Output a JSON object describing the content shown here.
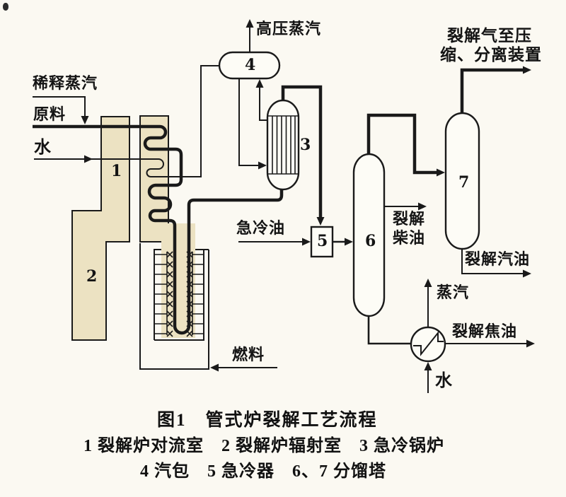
{
  "colors": {
    "paper": "#fbf9f2",
    "shade": "#ece2c2",
    "line": "#1a1a1a"
  },
  "equipment": {
    "n1": "1",
    "n2": "2",
    "n3": "3",
    "n4": "4",
    "n5": "5",
    "n6": "6",
    "n7": "7"
  },
  "streams": {
    "dilution_steam": "稀释蒸汽",
    "feed": "原料",
    "water_furnace": "水",
    "hp_steam": "高压蒸汽",
    "quench_oil": "急冷油",
    "fuel": "燃料",
    "cracked_diesel_line1": "裂解",
    "cracked_diesel_line2": "柴油",
    "cracked_gas_line1": "裂解气至压",
    "cracked_gas_line2": "缩、分离装置",
    "cracked_gasoline": "裂解汽油",
    "steam": "蒸汽",
    "cracked_tar": "裂解焦油",
    "water_cooler": "水"
  },
  "caption": {
    "title": "图1　管式炉裂解工艺流程",
    "legend_line1": "1 裂解炉对流室　2 裂解炉辐射室　3 急冷锅炉",
    "legend_line2": "4 汽包　5 急冷器　6、7 分馏塔"
  }
}
